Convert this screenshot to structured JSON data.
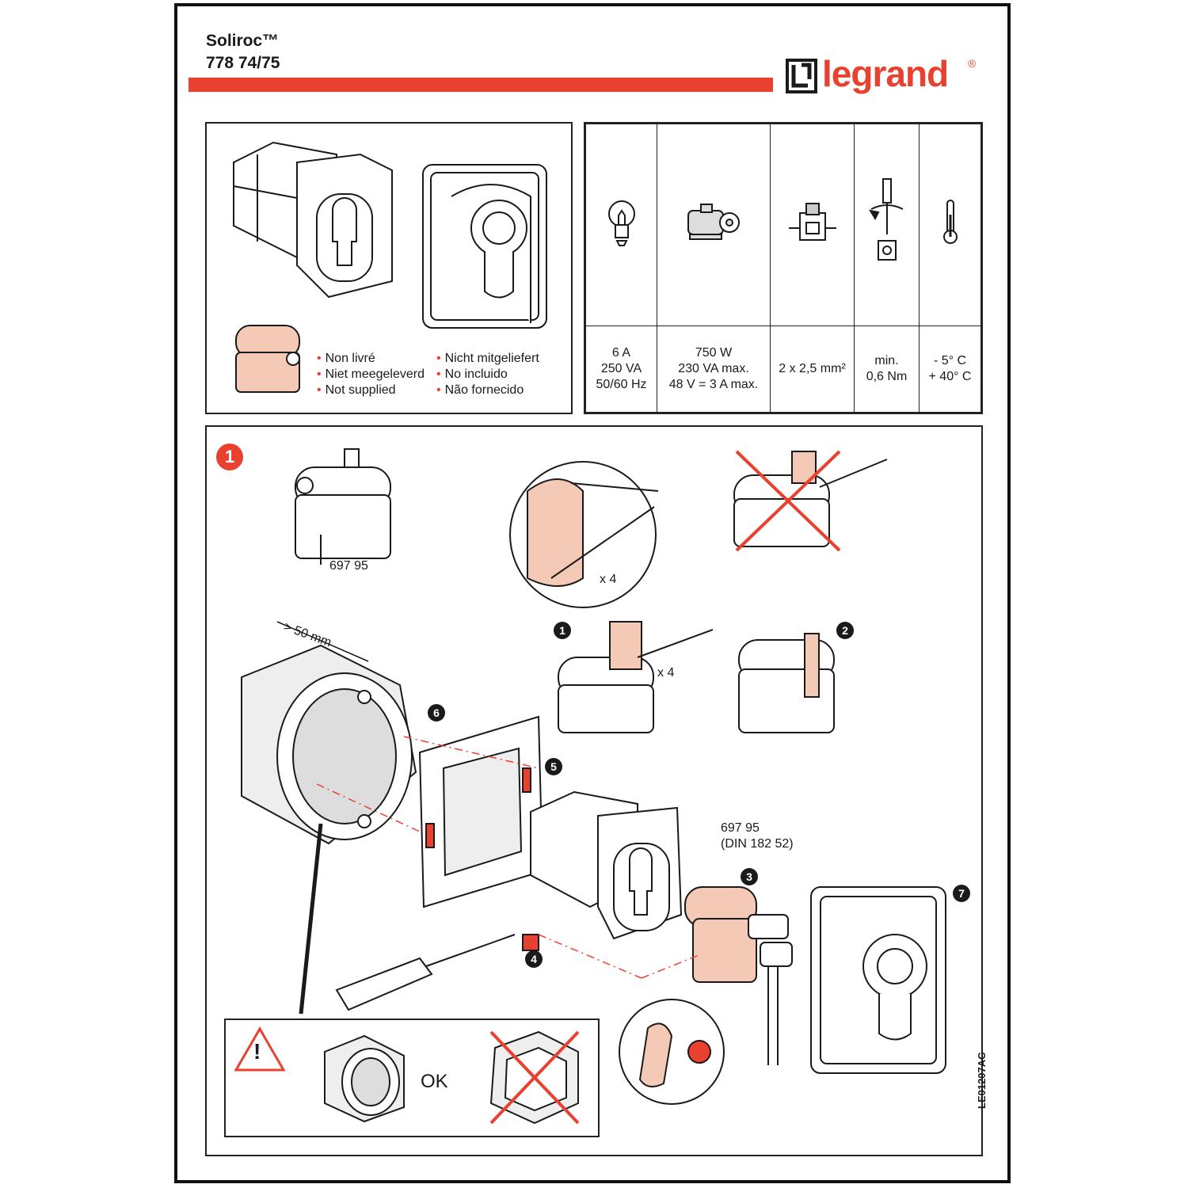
{
  "header": {
    "product_name": "Soliroc™",
    "reference": "778 74/75",
    "brand": "legrand",
    "brand_mark": "®",
    "brand_color": "#e8412f"
  },
  "supply_note": {
    "items": [
      "Non livré",
      "Niet meegeleverd",
      "Not supplied",
      "Nicht mitgeliefert",
      "No incluido",
      "Não fornecido"
    ]
  },
  "specs": {
    "icons": [
      "bulb-icon",
      "motor-icon",
      "terminal-icon",
      "screwdriver-torque-icon",
      "thermometer-icon"
    ],
    "columns": [
      {
        "lines": [
          "6 A",
          "250 VA",
          "50/60 Hz"
        ]
      },
      {
        "lines": [
          "750 W",
          "230 VA max.",
          "48 V = 3 A max."
        ]
      },
      {
        "lines": [
          "2 x 2,5 mm²"
        ]
      },
      {
        "lines": [
          "min.",
          "0,6 Nm"
        ]
      },
      {
        "lines": [
          "- 5° C",
          "+ 40° C"
        ]
      }
    ]
  },
  "installation": {
    "step": "1",
    "cylinder_ref": "697 95",
    "cylinder_ref_din_1": "697 95",
    "cylinder_ref_din_2": "(DIN 182 52)",
    "depth_label": "> 50 mm",
    "multiplier": "x 4",
    "ok_label": "OK",
    "warning_symbol": "!",
    "sub_steps": [
      "1",
      "2",
      "3",
      "4",
      "5",
      "6",
      "7"
    ]
  },
  "footer": {
    "document_code": "LE01207AC"
  }
}
